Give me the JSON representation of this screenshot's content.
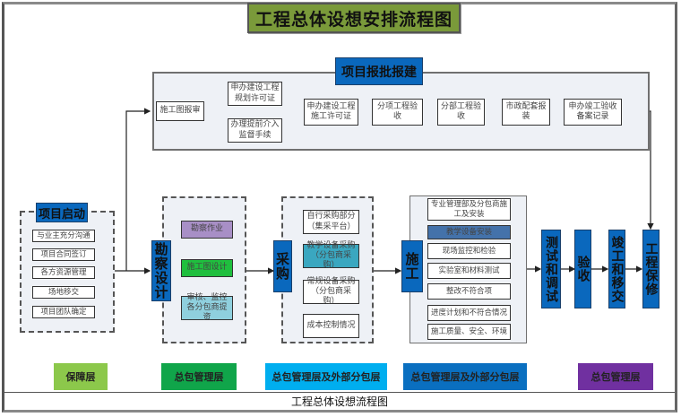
{
  "title": "工程总体设想安排流程图",
  "approval": {
    "header": "项目报批报建",
    "steps": {
      "s1": "施工图报审",
      "s2a": "申办建设工程规划许可证",
      "s2b": "办理提前介入监督手续",
      "s3": "申办建设工程施工许可证",
      "s4": "分项工程验收",
      "s5": "分部工程验收",
      "s6": "市政配套报装",
      "s7": "申办竣工验收备案记录"
    }
  },
  "startup": {
    "header": "项目启动",
    "items": [
      "与业主充分沟通",
      "项目合同签订",
      "各方资源管理",
      "场地移交",
      "项目团队确定"
    ]
  },
  "survey": {
    "header": "勘察设计",
    "items": [
      "勘察作业",
      "施工图设计",
      "审核、监控各分包商提资"
    ],
    "colors": [
      "#a88fc6",
      "#1fbf3e",
      "#8fd0de"
    ]
  },
  "procurement": {
    "header": "采购",
    "items": [
      "自行采购部分（集采平台）",
      "教学设备采购（分包商采购）",
      "常规设备采购（分包商采购）",
      "成本控制情况"
    ],
    "highlight_color": "#3aa7c0"
  },
  "construction": {
    "header": "施工",
    "items": [
      "专业管理部及分包商施工及安装",
      "教学设备安装",
      "现场监控和检验",
      "实验室和材料测试",
      "整改不符合项",
      "进度计划和不符合情况",
      "施工质量、安全、环境"
    ],
    "highlight_color": "#4472aa"
  },
  "stages": [
    "测试和调试",
    "验收",
    "竣工和移交",
    "工程保修"
  ],
  "legend": [
    {
      "label": "保障层",
      "color": "#8cc84b"
    },
    {
      "label": "总包管理层",
      "color": "#10a54a"
    },
    {
      "label": "总包管理层及外部分包层",
      "color": "#00aeef"
    },
    {
      "label": "总包管理层及外部分包层",
      "color": "#0a6fc0"
    },
    {
      "label": "总包管理层",
      "color": "#7030a0"
    }
  ],
  "caption": "工程总体设想流程图",
  "colors": {
    "header_blue": "#0a68bd",
    "title_green": "#7a9a3a",
    "panel_bg": "#eef1f6"
  }
}
